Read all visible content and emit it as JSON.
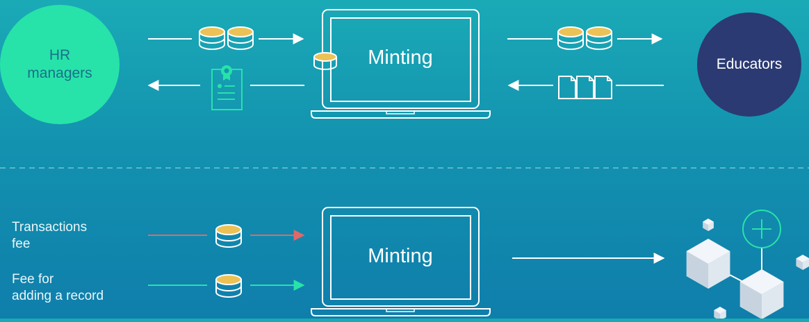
{
  "top": {
    "left_actor": "HR\nmanagers",
    "right_actor": "Educators",
    "laptop_label": "Minting"
  },
  "bottom": {
    "laptop_label": "Minting",
    "fee_rows": [
      {
        "label": "Transactions\nfee",
        "arrow_color": "#e06868"
      },
      {
        "label": "Fee for\nadding a record",
        "arrow_color": "#27e3a9"
      }
    ]
  },
  "colors": {
    "hr_circle": "#27e3a9",
    "educators_circle": "#2b3a72",
    "coin_fill": "#ecc256",
    "stroke": "#ffffff",
    "certificate_stroke": "#27e3a9",
    "dashed_divider": "#6fc6d8"
  },
  "icons": {
    "coin_stack": "coin-stack-icon",
    "certificate": "certificate-icon",
    "documents": "document-icon",
    "blockchain": "blockchain-cubes-icon"
  }
}
